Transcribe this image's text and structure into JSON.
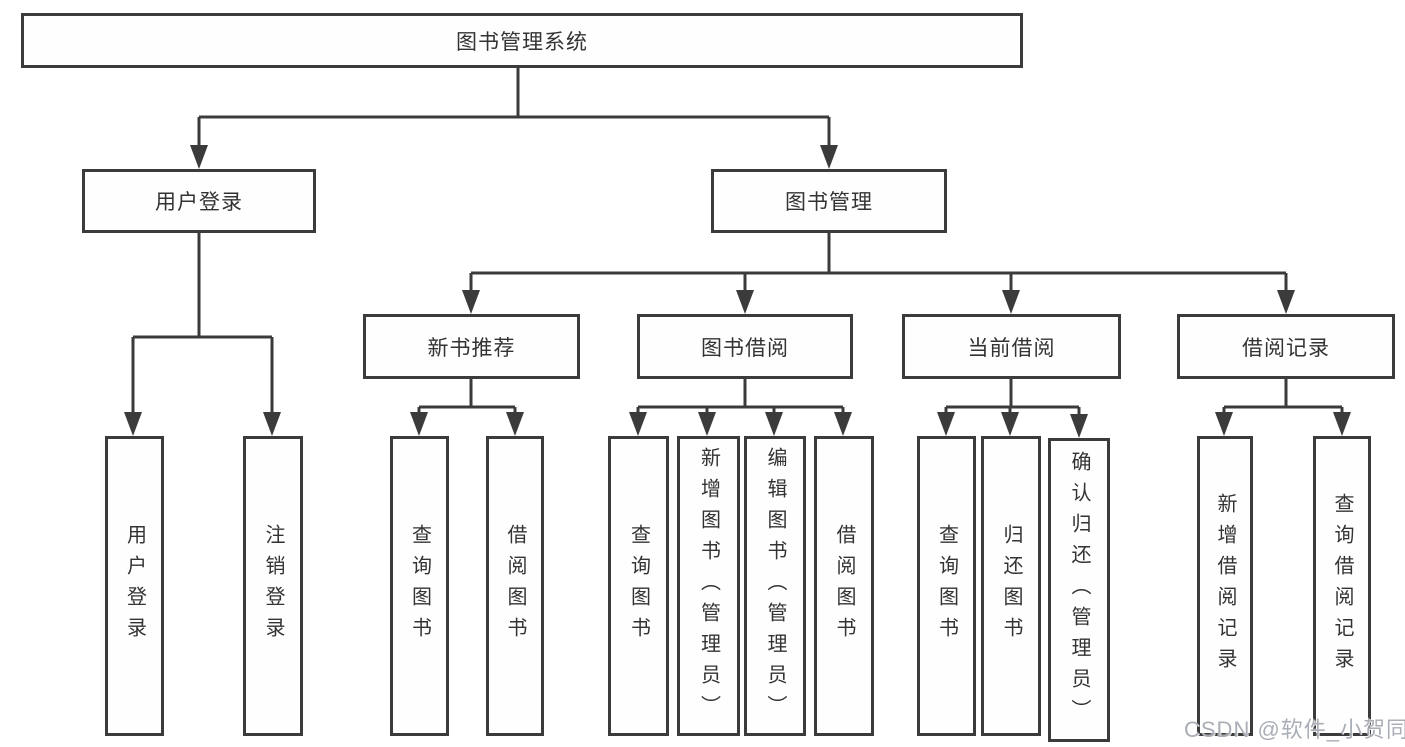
{
  "diagram": {
    "root": {
      "label": "图书管理系统"
    },
    "branches": [
      {
        "label": "用户登录",
        "children": [
          {
            "label": "用户登录"
          },
          {
            "label": "注销登录"
          }
        ]
      },
      {
        "label": "图书管理",
        "children": [
          {
            "label": "新书推荐",
            "children": [
              {
                "label": "查询图书"
              },
              {
                "label": "借阅图书"
              }
            ]
          },
          {
            "label": "图书借阅",
            "children": [
              {
                "label": "查询图书"
              },
              {
                "label": "新增图书（管理员）"
              },
              {
                "label": "编辑图书（管理员）"
              },
              {
                "label": "借阅图书"
              }
            ]
          },
          {
            "label": "当前借阅",
            "children": [
              {
                "label": "查询图书"
              },
              {
                "label": "归还图书"
              },
              {
                "label": "确认归还（管理员）"
              }
            ]
          },
          {
            "label": "借阅记录",
            "children": [
              {
                "label": "新增借阅记录"
              },
              {
                "label": "查询借阅记录"
              }
            ]
          }
        ]
      }
    ]
  },
  "watermark": {
    "text": "CSDN @软件_小贺同学"
  },
  "colors": {
    "line": "#3b3b3b",
    "text": "#333333",
    "background": "#ffffff",
    "watermark": "#aaaeb7"
  }
}
